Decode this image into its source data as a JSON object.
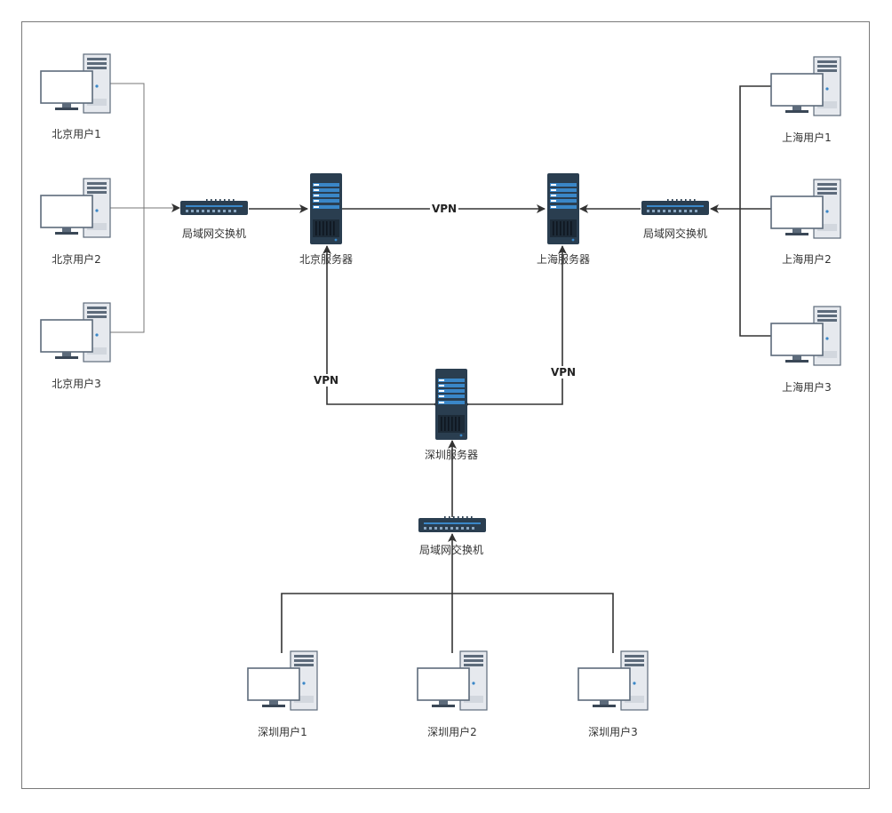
{
  "nodes": {
    "bj_user1": {
      "label": "北京用户1",
      "icon": "desktop-computer-icon"
    },
    "bj_user2": {
      "label": "北京用户2",
      "icon": "desktop-computer-icon"
    },
    "bj_user3": {
      "label": "北京用户3",
      "icon": "desktop-computer-icon"
    },
    "bj_switch": {
      "label": "局域网交换机",
      "icon": "network-switch-icon"
    },
    "bj_server": {
      "label": "北京服务器",
      "icon": "server-rack-icon"
    },
    "sh_server": {
      "label": "上海服务器",
      "icon": "server-rack-icon"
    },
    "sh_switch": {
      "label": "局域网交换机",
      "icon": "network-switch-icon"
    },
    "sh_user1": {
      "label": "上海用户1",
      "icon": "desktop-computer-icon"
    },
    "sh_user2": {
      "label": "上海用户2",
      "icon": "desktop-computer-icon"
    },
    "sh_user3": {
      "label": "上海用户3",
      "icon": "desktop-computer-icon"
    },
    "sz_server": {
      "label": "深圳服务器",
      "icon": "server-rack-icon"
    },
    "sz_switch": {
      "label": "局域网交换机",
      "icon": "network-switch-icon"
    },
    "sz_user1": {
      "label": "深圳用户1",
      "icon": "desktop-computer-icon"
    },
    "sz_user2": {
      "label": "深圳用户2",
      "icon": "desktop-computer-icon"
    },
    "sz_user3": {
      "label": "深圳用户3",
      "icon": "desktop-computer-icon"
    }
  },
  "edges": {
    "bj_sh_vpn": {
      "label": "VPN"
    },
    "bj_sz_vpn": {
      "label": "VPN"
    },
    "sh_sz_vpn": {
      "label": "VPN"
    }
  },
  "colors": {
    "wire": "#333333",
    "wire_light": "#777777",
    "server_body": "#2a3e50",
    "server_accent": "#3a87c8",
    "monitor_frame": "#6e7b8b",
    "tower_body": "#e6e9ee"
  }
}
